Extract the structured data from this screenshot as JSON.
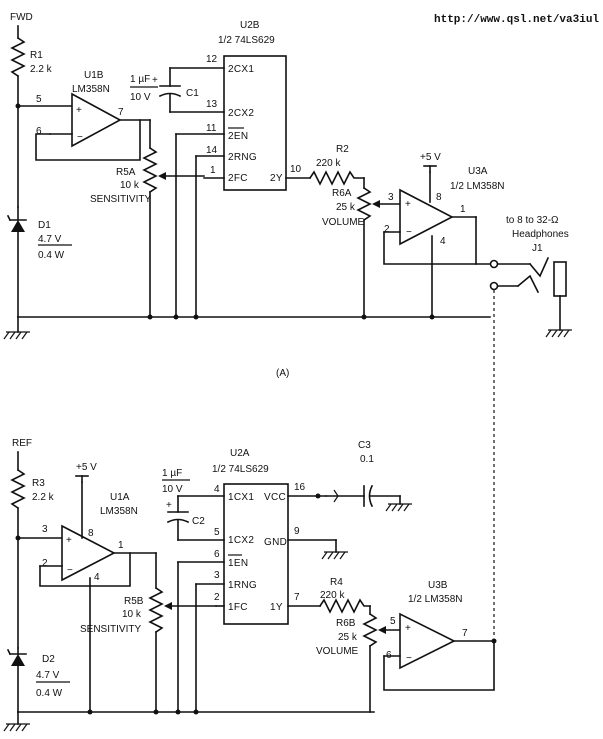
{
  "header": {
    "url": "http://www.qsl.net/va3iul"
  },
  "section_a": {
    "label": "(A)",
    "input": "FWD",
    "r1": {
      "ref": "R1",
      "value": "2.2 k"
    },
    "d1": {
      "ref": "D1",
      "voltage": "4.7 V",
      "power": "0.4 W"
    },
    "u1b": {
      "ref": "U1B",
      "part": "LM358N",
      "pin_plus": "5",
      "pin_minus": "6",
      "pin_out": "7"
    },
    "r5a": {
      "ref": "R5A",
      "value": "10 k",
      "name": "SENSITIVITY"
    },
    "u2b": {
      "ref": "U2B",
      "part": "1/2 74LS629",
      "pins": [
        {
          "num": "12",
          "name": "2CX1"
        },
        {
          "num": "13",
          "name": "2CX2"
        },
        {
          "num": "11",
          "name": "2EN"
        },
        {
          "num": "14",
          "name": "2RNG"
        },
        {
          "num": "1",
          "name": "2FC"
        }
      ],
      "out_pin": {
        "num": "10",
        "name": "2Y"
      }
    },
    "c1": {
      "ref": "C1",
      "value": "1 µF",
      "voltage": "10 V",
      "polarity": "+"
    },
    "r2": {
      "ref": "R2",
      "value": "220 k"
    },
    "r6a": {
      "ref": "R6A",
      "value": "25 k",
      "name": "VOLUME"
    },
    "u3a": {
      "ref": "U3A",
      "part": "1/2 LM358N",
      "supply": "+5 V",
      "pin_plus": "3",
      "pin_minus": "2",
      "pin_out": "1",
      "pin_vcc": "8",
      "pin_gnd": "4"
    },
    "j1": {
      "ref": "J1",
      "note1": "to 8 to 32-Ω",
      "note2": "Headphones"
    }
  },
  "section_b": {
    "input": "REF",
    "r3": {
      "ref": "R3",
      "value": "2.2 k"
    },
    "d2": {
      "ref": "D2",
      "voltage": "4.7 V",
      "power": "0.4 W"
    },
    "u1a": {
      "ref": "U1A",
      "part": "LM358N",
      "supply": "+5 V",
      "pin_plus": "3",
      "pin_minus": "2",
      "pin_out": "1",
      "pin_vcc": "8",
      "pin_gnd": "4"
    },
    "r5b": {
      "ref": "R5B",
      "value": "10 k",
      "name": "SENSITIVITY"
    },
    "u2a": {
      "ref": "U2A",
      "part": "1/2 74LS629",
      "pins": [
        {
          "num": "4",
          "name": "1CX1"
        },
        {
          "num": "5",
          "name": "1CX2"
        },
        {
          "num": "6",
          "name": "1EN"
        },
        {
          "num": "3",
          "name": "1RNG"
        },
        {
          "num": "2",
          "name": "1FC"
        }
      ],
      "right_pins": [
        {
          "num": "16",
          "name": "VCC"
        },
        {
          "num": "9",
          "name": "GND"
        },
        {
          "num": "7",
          "name": "1Y"
        }
      ]
    },
    "c2": {
      "ref": "C2",
      "value": "1 µF",
      "voltage": "10 V",
      "polarity": "+"
    },
    "c3": {
      "ref": "C3",
      "value": "0.1"
    },
    "r4": {
      "ref": "R4",
      "value": "220 k"
    },
    "r6b": {
      "ref": "R6B",
      "value": "25 k",
      "name": "VOLUME"
    },
    "u3b": {
      "ref": "U3B",
      "part": "1/2 LM358N",
      "pin_plus": "5",
      "pin_minus": "6",
      "pin_out": "7"
    }
  }
}
